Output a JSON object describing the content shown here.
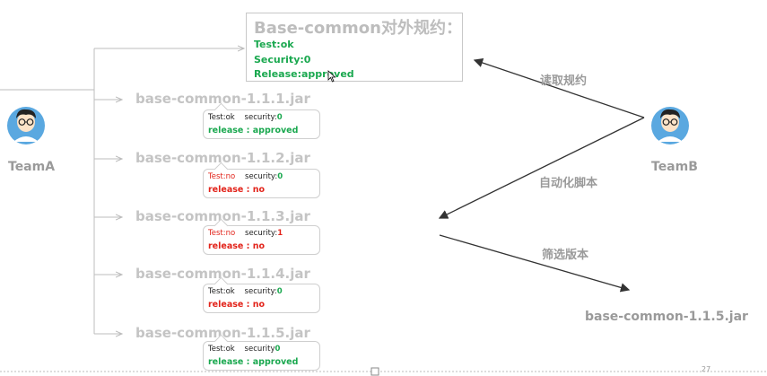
{
  "contract": {
    "title": "Base-common对外规约：",
    "test": "Test:ok",
    "security": "Security:0",
    "release": "Release:approved"
  },
  "jars": [
    {
      "name": "base-common-1.1.1.jar",
      "test": "Test:ok",
      "security_key": "security:",
      "security_val": "0",
      "release": "release : approved",
      "test_color": "black",
      "sec_color": "green",
      "release_color": "green"
    },
    {
      "name": "base-common-1.1.2.jar",
      "test": "Test:no",
      "security_key": "security:",
      "security_val": "0",
      "release": "release : no",
      "test_color": "red",
      "sec_color": "green",
      "release_color": "red"
    },
    {
      "name": "base-common-1.1.3.jar",
      "test": "Test:no",
      "security_key": "security:",
      "security_val": "1",
      "release": "release : no",
      "test_color": "red",
      "sec_color": "red",
      "release_color": "red"
    },
    {
      "name": "base-common-1.1.4.jar",
      "test": "Test:ok",
      "security_key": "security:",
      "security_val": "0",
      "release": "release : no",
      "test_color": "black",
      "sec_color": "green",
      "release_color": "red"
    },
    {
      "name": "base-common-1.1.5.jar",
      "test": "Test:ok",
      "security_key": "security",
      "security_val": "0",
      "release": "release : approved",
      "test_color": "black",
      "sec_color": "green",
      "release_color": "green"
    }
  ],
  "teams": {
    "a": "TeamA",
    "b": "TeamB"
  },
  "edges": {
    "read": "读取规约",
    "script": "自动化脚本",
    "filter": "筛选版本"
  },
  "result": "base-common-1.1.5.jar",
  "page_number": "27",
  "colors": {
    "ok": "#1aa84f",
    "bad": "#e2231a",
    "muted": "#9a9a9a"
  }
}
